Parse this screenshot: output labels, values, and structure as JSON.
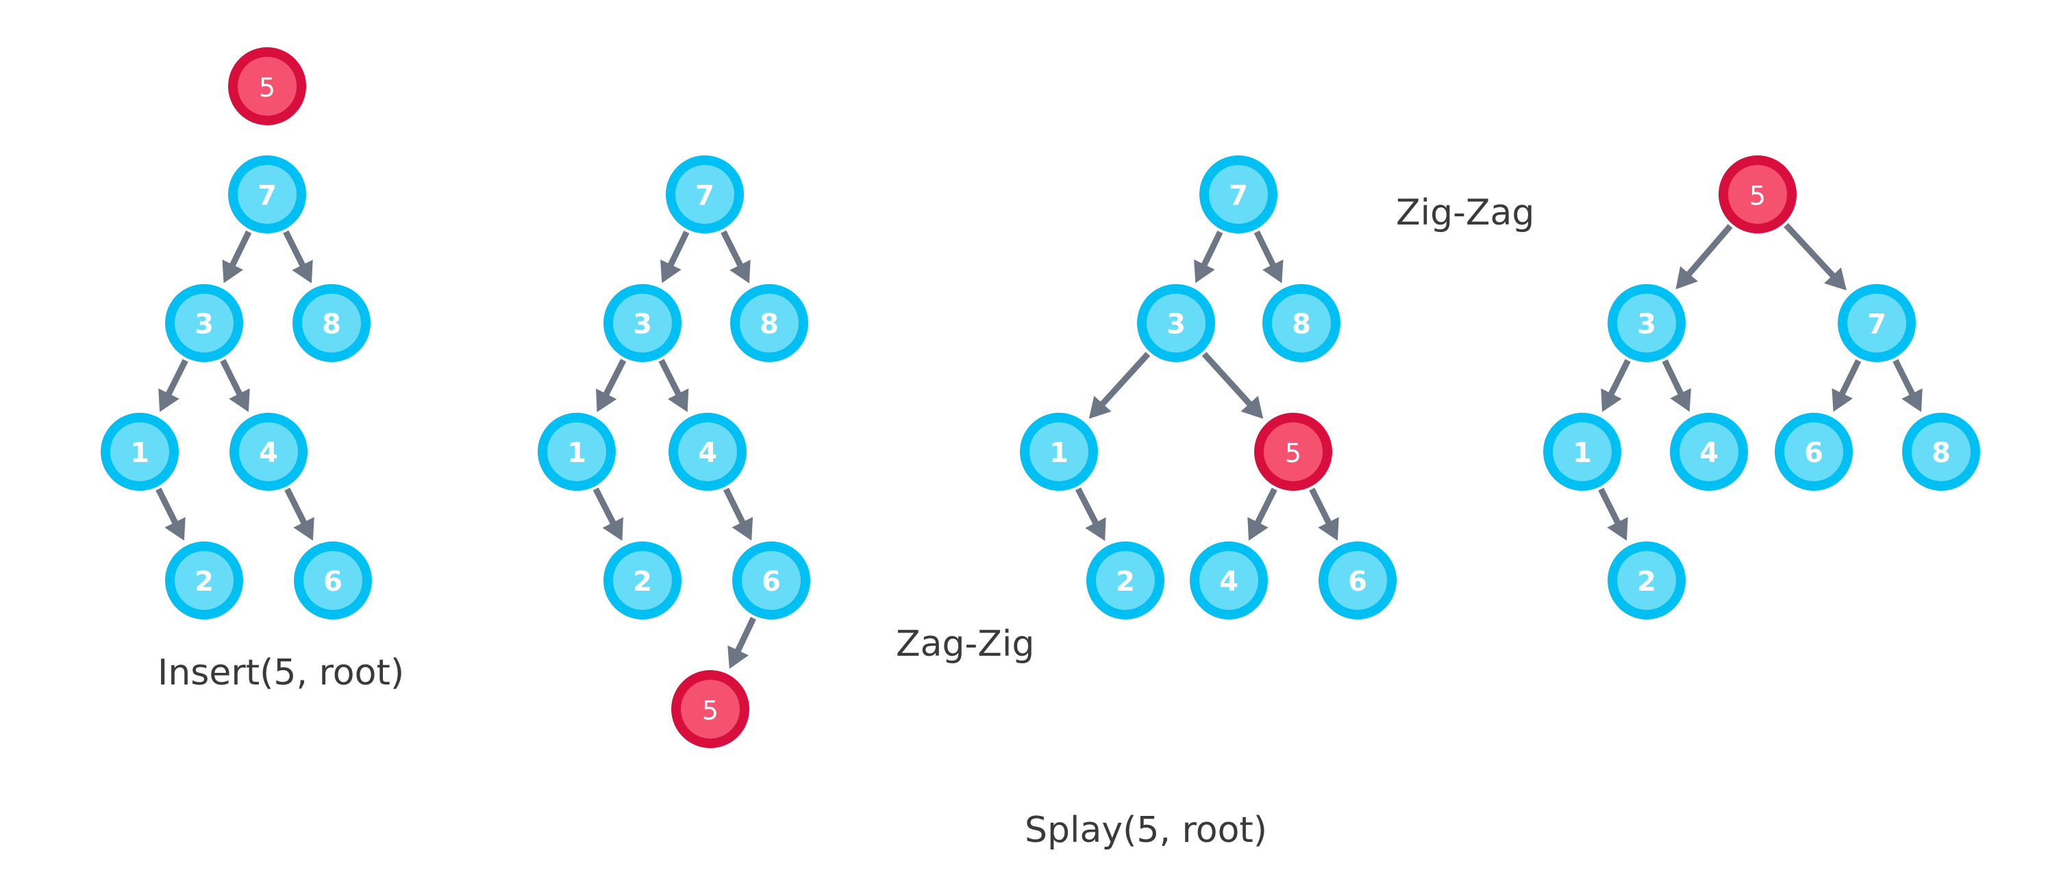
{
  "colors": {
    "blue_ring": "#00bff3",
    "blue_fill": "#66dcf8",
    "red_ring": "#d80f3c",
    "red_fill": "#f4526f",
    "edge": "#6d7685",
    "text": "#3a3a3a"
  },
  "captions": {
    "insert": "Insert(5, root)",
    "zag_zig": "Zag-Zig",
    "zig_zag": "Zig-Zag",
    "splay": "Splay(5, root)"
  },
  "trees": [
    {
      "id": "tree-1",
      "nodes": [
        {
          "id": "t1-5",
          "label": "5",
          "color": "red"
        },
        {
          "id": "t1-7",
          "label": "7",
          "color": "blue"
        },
        {
          "id": "t1-3",
          "label": "3",
          "color": "blue"
        },
        {
          "id": "t1-8",
          "label": "8",
          "color": "blue"
        },
        {
          "id": "t1-1",
          "label": "1",
          "color": "blue"
        },
        {
          "id": "t1-4",
          "label": "4",
          "color": "blue"
        },
        {
          "id": "t1-2",
          "label": "2",
          "color": "blue"
        },
        {
          "id": "t1-6",
          "label": "6",
          "color": "blue"
        }
      ],
      "edges": [
        [
          "t1-7",
          "t1-3"
        ],
        [
          "t1-7",
          "t1-8"
        ],
        [
          "t1-3",
          "t1-1"
        ],
        [
          "t1-3",
          "t1-4"
        ],
        [
          "t1-1",
          "t1-2"
        ],
        [
          "t1-4",
          "t1-6"
        ]
      ]
    },
    {
      "id": "tree-2",
      "nodes": [
        {
          "id": "t2-7",
          "label": "7",
          "color": "blue"
        },
        {
          "id": "t2-3",
          "label": "3",
          "color": "blue"
        },
        {
          "id": "t2-8",
          "label": "8",
          "color": "blue"
        },
        {
          "id": "t2-1",
          "label": "1",
          "color": "blue"
        },
        {
          "id": "t2-4",
          "label": "4",
          "color": "blue"
        },
        {
          "id": "t2-2",
          "label": "2",
          "color": "blue"
        },
        {
          "id": "t2-6",
          "label": "6",
          "color": "blue"
        },
        {
          "id": "t2-5",
          "label": "5",
          "color": "red"
        }
      ],
      "edges": [
        [
          "t2-7",
          "t2-3"
        ],
        [
          "t2-7",
          "t2-8"
        ],
        [
          "t2-3",
          "t2-1"
        ],
        [
          "t2-3",
          "t2-4"
        ],
        [
          "t2-1",
          "t2-2"
        ],
        [
          "t2-4",
          "t2-6"
        ],
        [
          "t2-6",
          "t2-5"
        ]
      ]
    },
    {
      "id": "tree-3",
      "nodes": [
        {
          "id": "t3-7",
          "label": "7",
          "color": "blue"
        },
        {
          "id": "t3-3",
          "label": "3",
          "color": "blue"
        },
        {
          "id": "t3-8",
          "label": "8",
          "color": "blue"
        },
        {
          "id": "t3-1",
          "label": "1",
          "color": "blue"
        },
        {
          "id": "t3-5",
          "label": "5",
          "color": "red"
        },
        {
          "id": "t3-2",
          "label": "2",
          "color": "blue"
        },
        {
          "id": "t3-4",
          "label": "4",
          "color": "blue"
        },
        {
          "id": "t3-6",
          "label": "6",
          "color": "blue"
        }
      ],
      "edges": [
        [
          "t3-7",
          "t3-3"
        ],
        [
          "t3-7",
          "t3-8"
        ],
        [
          "t3-3",
          "t3-1"
        ],
        [
          "t3-3",
          "t3-5"
        ],
        [
          "t3-1",
          "t3-2"
        ],
        [
          "t3-5",
          "t3-4"
        ],
        [
          "t3-5",
          "t3-6"
        ]
      ]
    },
    {
      "id": "tree-4",
      "nodes": [
        {
          "id": "t4-5",
          "label": "5",
          "color": "red"
        },
        {
          "id": "t4-3",
          "label": "3",
          "color": "blue"
        },
        {
          "id": "t4-7",
          "label": "7",
          "color": "blue"
        },
        {
          "id": "t4-1",
          "label": "1",
          "color": "blue"
        },
        {
          "id": "t4-4",
          "label": "4",
          "color": "blue"
        },
        {
          "id": "t4-6",
          "label": "6",
          "color": "blue"
        },
        {
          "id": "t4-8",
          "label": "8",
          "color": "blue"
        },
        {
          "id": "t4-2",
          "label": "2",
          "color": "blue"
        }
      ],
      "edges": [
        [
          "t4-5",
          "t4-3"
        ],
        [
          "t4-5",
          "t4-7"
        ],
        [
          "t4-3",
          "t4-1"
        ],
        [
          "t4-3",
          "t4-4"
        ],
        [
          "t4-7",
          "t4-6"
        ],
        [
          "t4-7",
          "t4-8"
        ],
        [
          "t4-1",
          "t4-2"
        ]
      ]
    }
  ]
}
